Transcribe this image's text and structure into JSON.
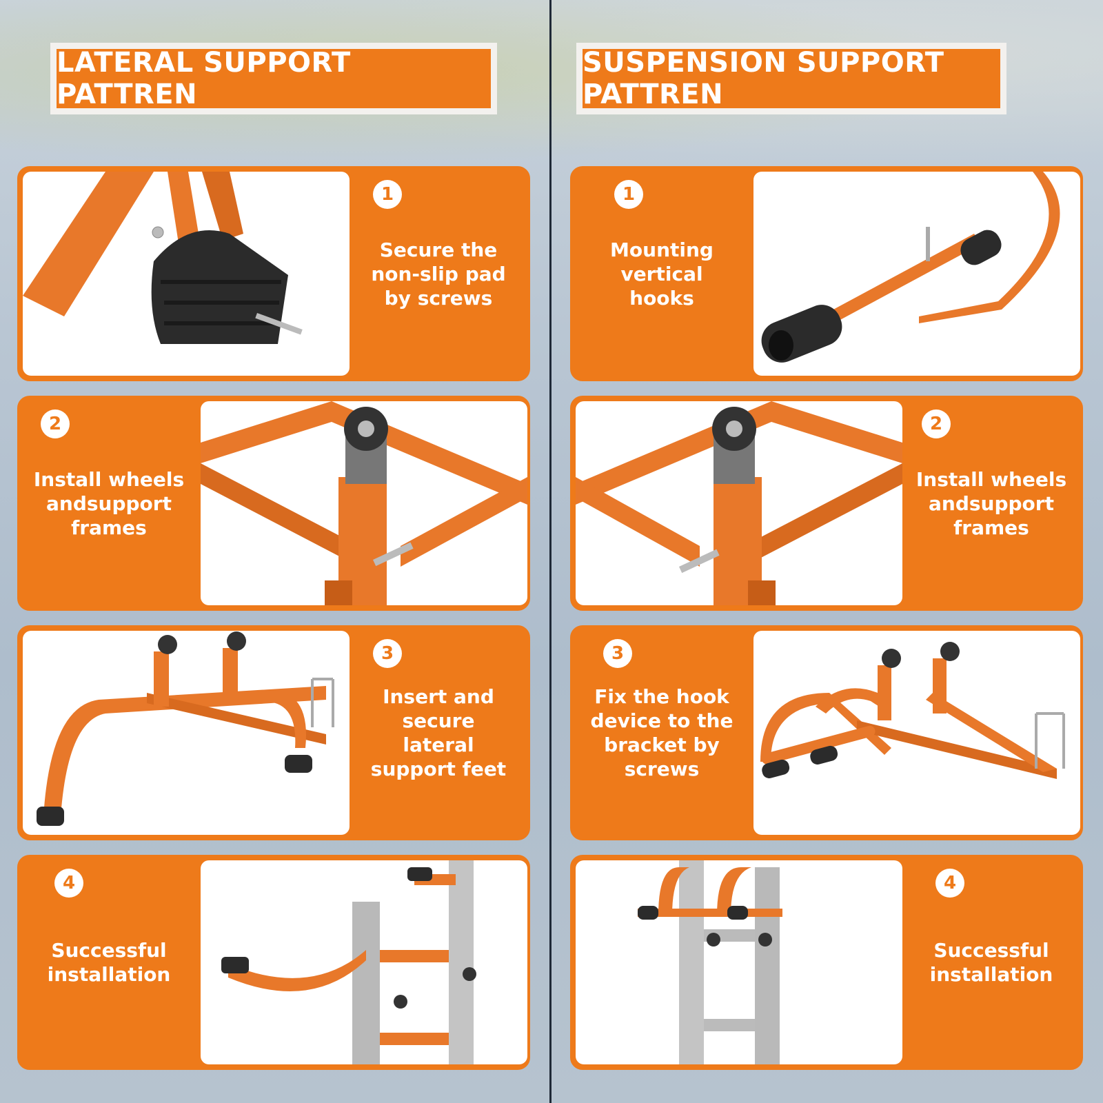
{
  "left": {
    "title": "LATERAL SUPPORT PATTREN",
    "steps": [
      {
        "number": "1",
        "text": "Secure the\nnon-slip pad\nby screws"
      },
      {
        "number": "2",
        "text": "Install wheels\nandsupport\nframes"
      },
      {
        "number": "3",
        "text": "Insert and\nsecure\nlateral\nsupport feet"
      },
      {
        "number": "4",
        "text": "Successful\ninstallation"
      }
    ]
  },
  "right": {
    "title": "SUSPENSION SUPPORT PATTREN",
    "steps": [
      {
        "number": "1",
        "text": "Mounting\nvertical\nhooks"
      },
      {
        "number": "2",
        "text": "Install wheels\nandsupport\nframes"
      },
      {
        "number": "3",
        "text": "Fix the hook\ndevice to the\nbracket by\nscrews"
      },
      {
        "number": "4",
        "text": "Successful\ninstallation"
      }
    ]
  },
  "colors": {
    "accent": "#ee7a1a",
    "frame": "#f3f1ee",
    "divider": "#1f2937"
  }
}
